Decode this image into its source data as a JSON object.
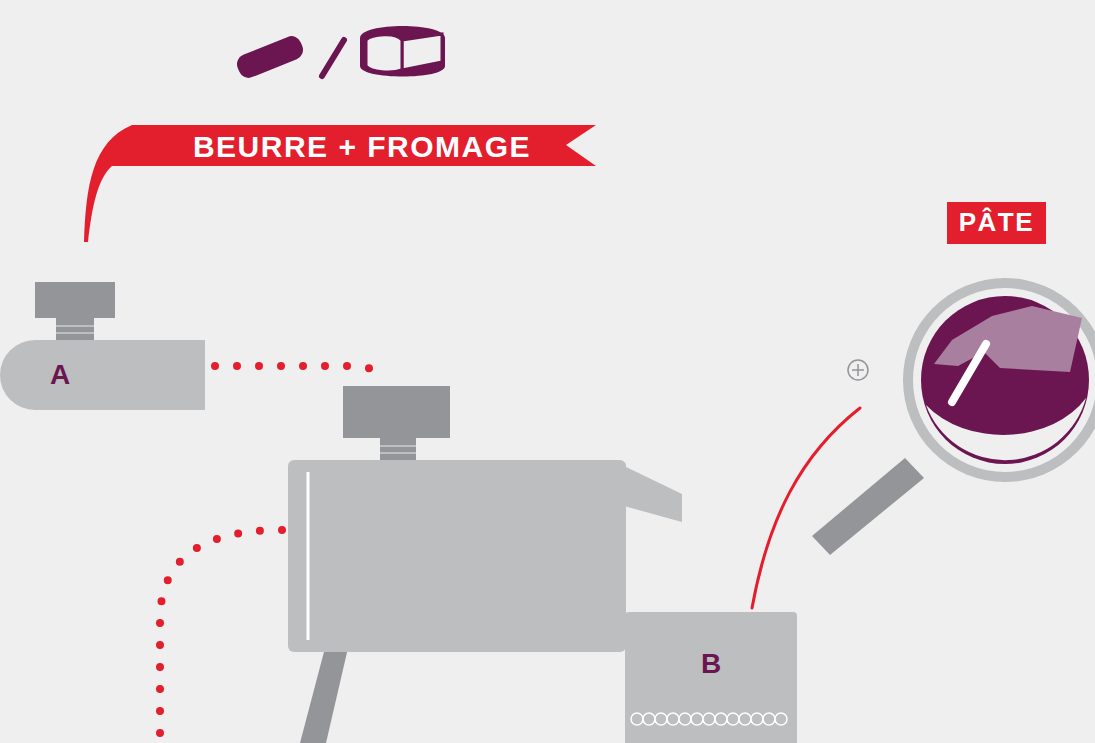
{
  "diagram": {
    "nodes": [
      {
        "text": [
          "BEURRE + FROMAGE"
        ]
      },
      {
        "text": [
          "A"
        ]
      },
      {
        "text": [
          "PÂTE"
        ]
      },
      {
        "text": [
          "B"
        ]
      }
    ]
  }
}
